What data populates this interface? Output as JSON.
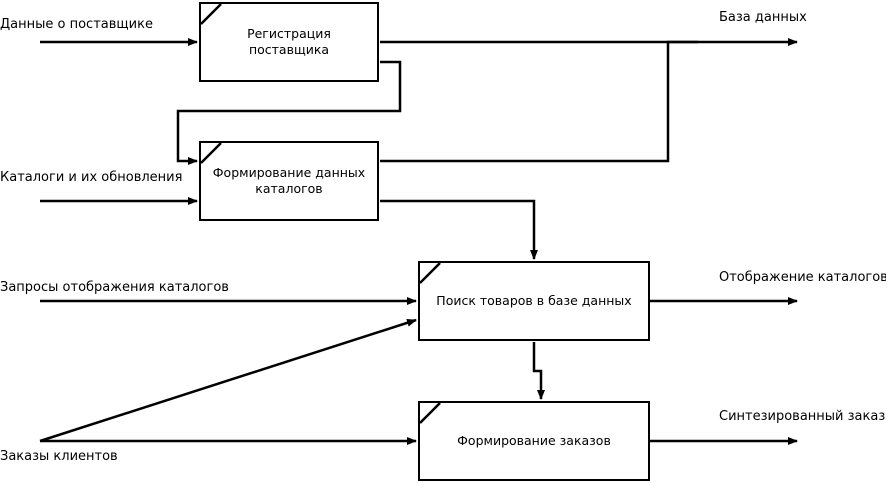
{
  "boxes": {
    "supplier_registration": "Регистрация\nпоставщика",
    "catalog_data": "Формирование данных\nкаталогов",
    "product_search": "Поиск товаров в базе данных",
    "order_forming": "Формирование заказов"
  },
  "inputs": {
    "supplier_data": "Данные о поставщике",
    "catalogs_updates": "Каталоги и их обновления",
    "catalog_requests": "Запросы отображения каталогов",
    "client_orders": "Заказы клиентов"
  },
  "outputs": {
    "database": "База данных",
    "catalog_display": "Отображение каталогов",
    "synthesized_order": "Синтезированный заказ"
  }
}
